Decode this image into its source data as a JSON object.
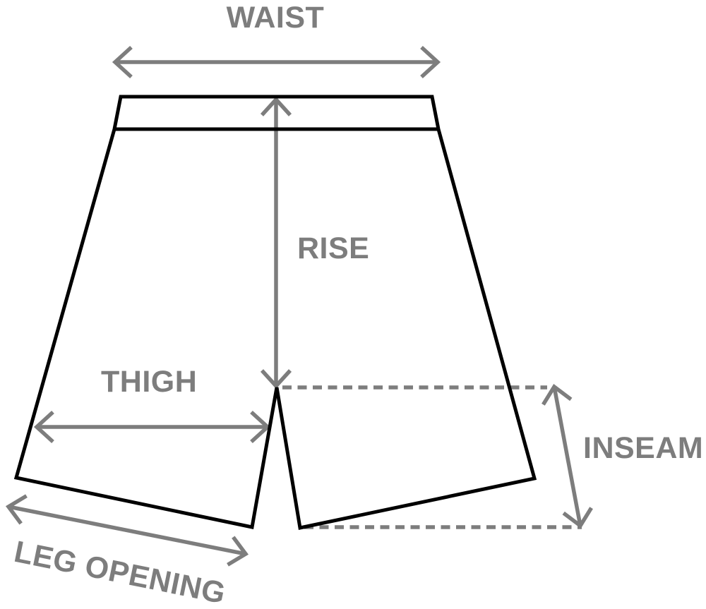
{
  "diagram": {
    "type": "size-guide",
    "garment": "shorts",
    "labels": {
      "waist": "WAIST",
      "rise": "RISE",
      "thigh": "THIGH",
      "inseam": "INSEAM",
      "leg_opening": "LEG OPENING"
    },
    "colors": {
      "background": "#ffffff",
      "outline": "#000000",
      "annotation": "#7d7d7d"
    }
  }
}
